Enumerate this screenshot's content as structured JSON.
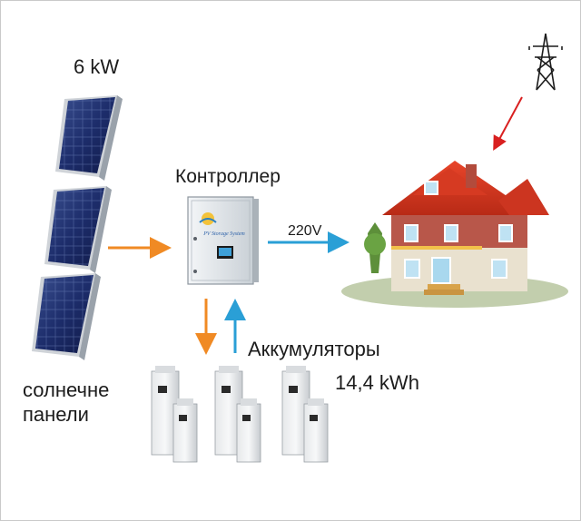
{
  "labels": {
    "power": "6 kW",
    "controller": "Контроллер",
    "voltage": "220V",
    "batteries": "Аккумуляторы",
    "capacity": "14,4 kWh",
    "panels_line1": "солнечне",
    "panels_line2": "панели",
    "controller_brand": "PV Storage System"
  },
  "colors": {
    "flow_from_panels": "#f08a24",
    "flow_to_house": "#2a9fd6",
    "flow_from_grid": "#d92020"
  },
  "icons": [
    "solar-panel-icon",
    "power-pylon-icon",
    "controller-cabinet-icon",
    "house-icon",
    "battery-icon"
  ]
}
